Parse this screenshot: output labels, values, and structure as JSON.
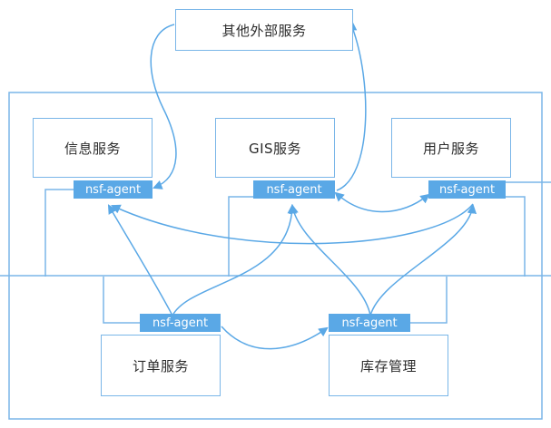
{
  "services": {
    "external": "其他外部服务",
    "info": "信息服务",
    "gis": "GIS服务",
    "user": "用户服务",
    "order": "订单服务",
    "inventory": "库存管理"
  },
  "agents": {
    "info": "nsf-agent",
    "gis": "nsf-agent",
    "user": "nsf-agent",
    "order": "nsf-agent",
    "inventory": "nsf-agent"
  },
  "colors": {
    "line": "#7ab6e8",
    "agent_fill": "#5aa8e6",
    "arrow": "#5aa8e6"
  }
}
